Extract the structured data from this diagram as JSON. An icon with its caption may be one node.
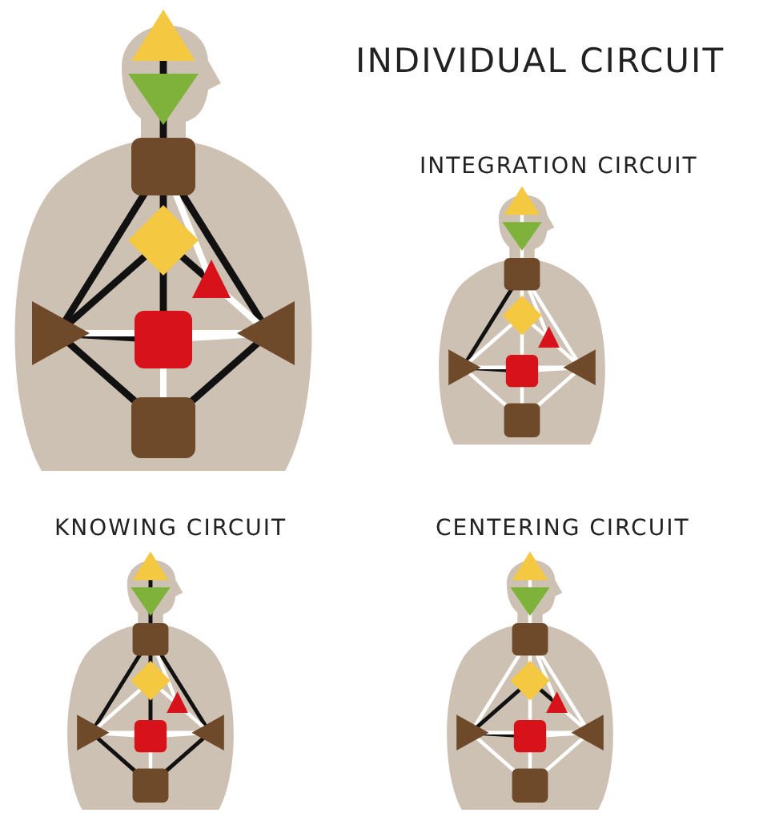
{
  "diagram": {
    "title": "INDIVIDUAL CIRCUIT",
    "labels": [
      "INTEGRATION CIRCUIT",
      "KNOWING CIRCUIT",
      "CENTERING CIRCUIT"
    ]
  }
}
